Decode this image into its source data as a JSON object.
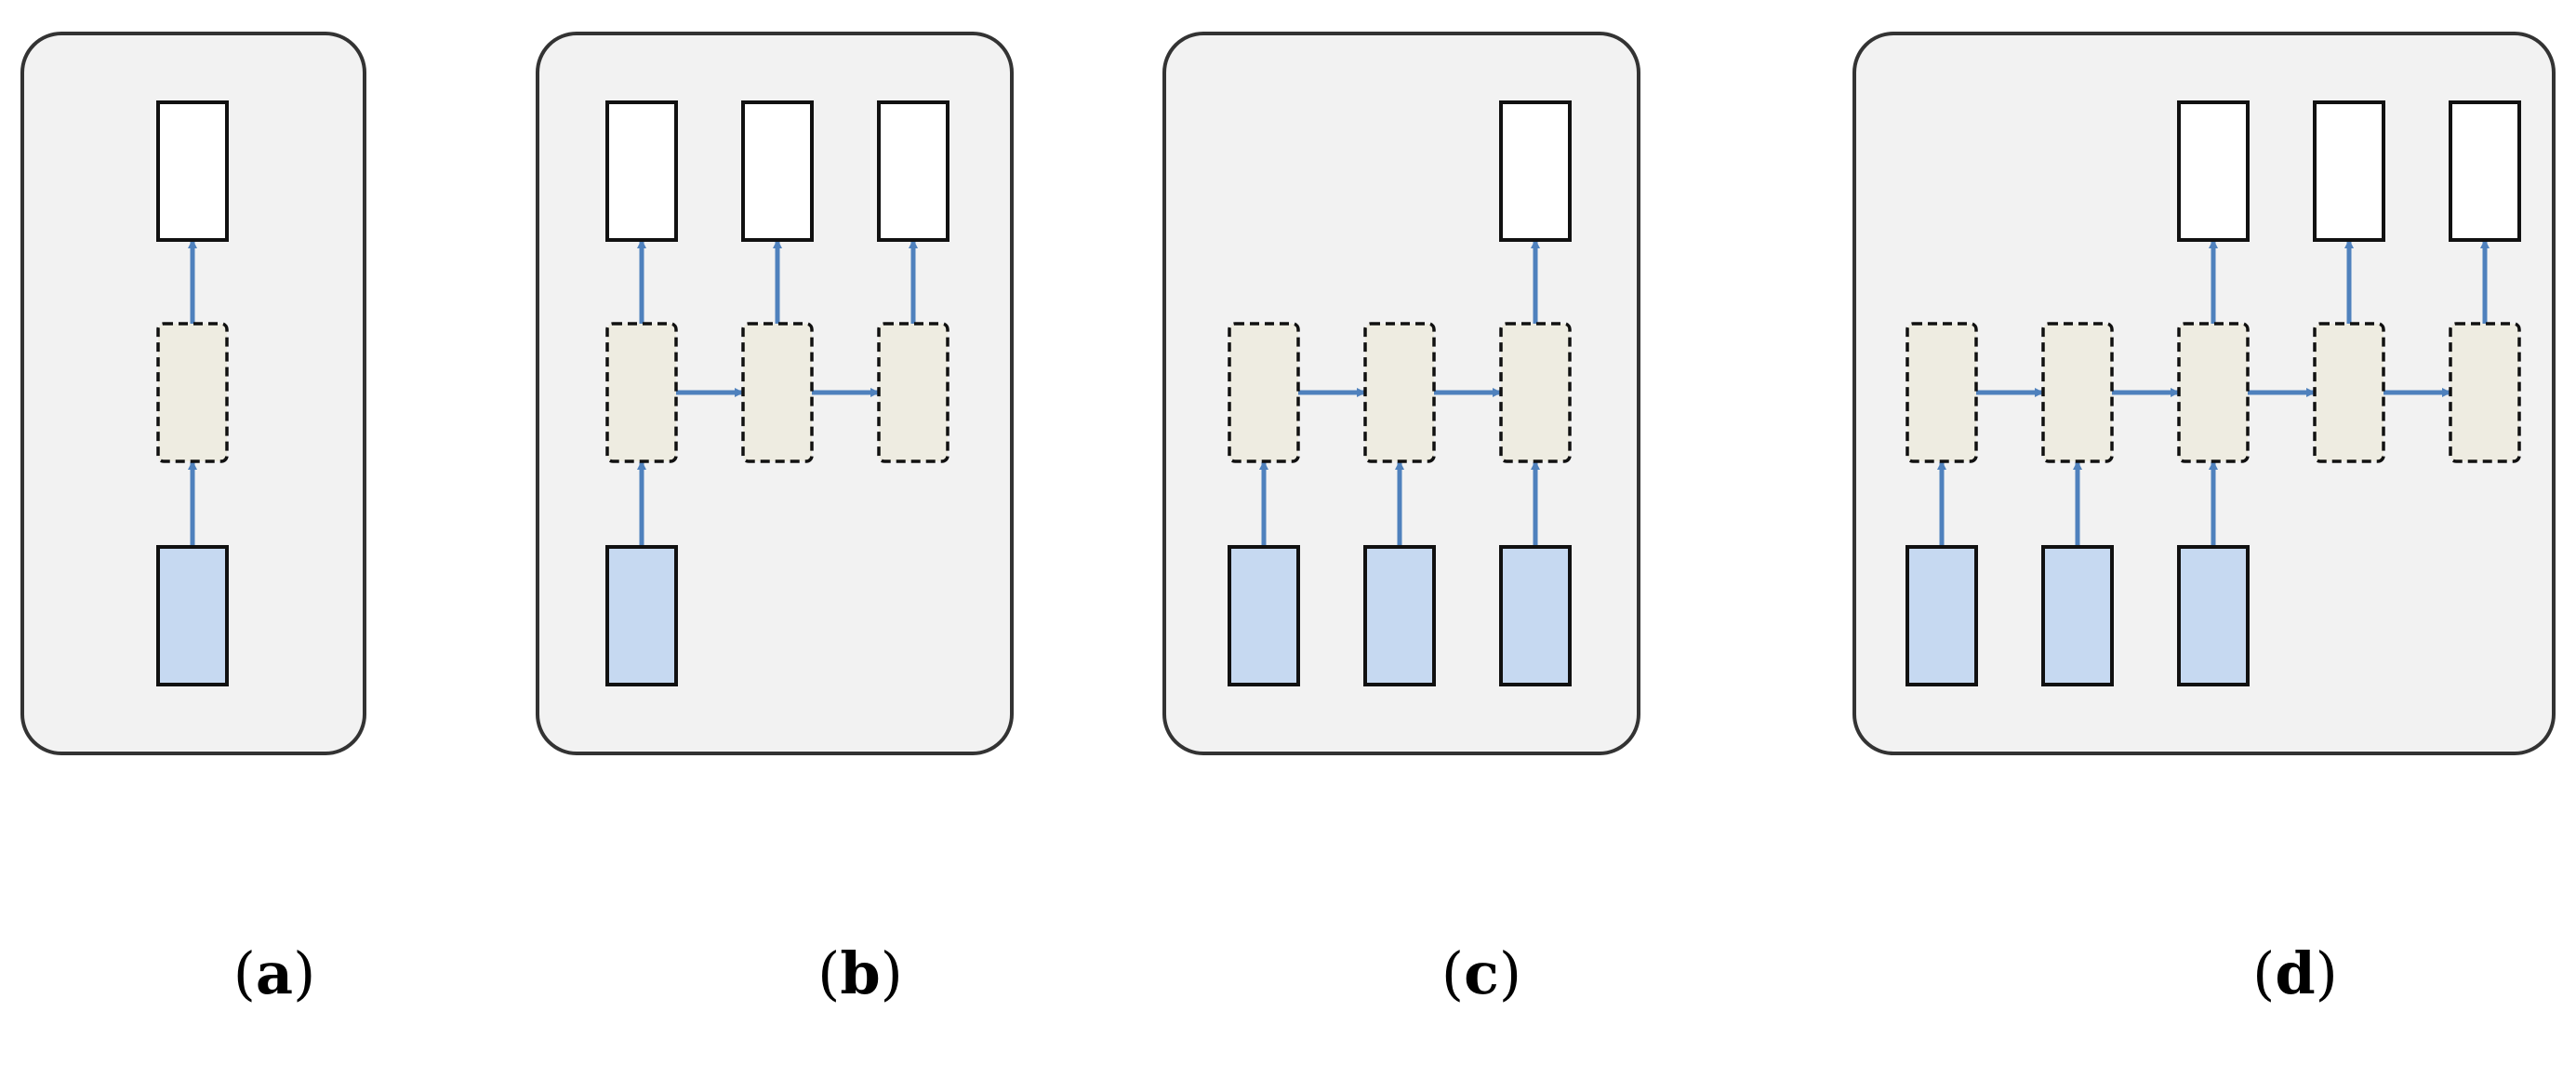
{
  "colors": {
    "panel_fill": "#f2f2f2",
    "panel_stroke": "#333333",
    "input_fill": "#c6d9f1",
    "hidden_fill": "#eeece1",
    "output_fill": "#ffffff",
    "arrow": "#4f81bd",
    "box_stroke": "#111111"
  },
  "panels": [
    {
      "id": "a",
      "caption": "a",
      "inputs": [
        1
      ],
      "hidden": [
        1
      ],
      "outputs": [
        1
      ]
    },
    {
      "id": "b",
      "caption": "b",
      "inputs": [
        1
      ],
      "hidden": [
        1,
        2,
        3
      ],
      "outputs": [
        1,
        2,
        3
      ]
    },
    {
      "id": "c",
      "caption": "c",
      "inputs": [
        1,
        2,
        3
      ],
      "hidden": [
        1,
        2,
        3
      ],
      "outputs": [
        3
      ]
    },
    {
      "id": "d",
      "caption": "d",
      "inputs": [
        1,
        2,
        3
      ],
      "hidden": [
        1,
        2,
        3,
        4,
        5
      ],
      "outputs": [
        3,
        4,
        5
      ]
    }
  ]
}
